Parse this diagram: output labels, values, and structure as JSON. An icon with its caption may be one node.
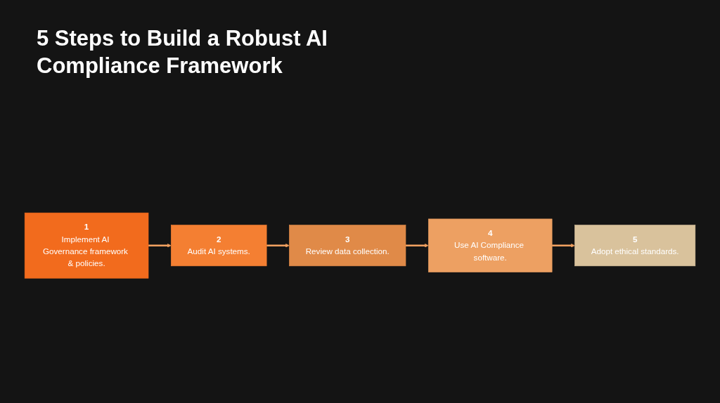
{
  "diagram": {
    "title": "5 Steps to Build a Robust AI Compliance Framework",
    "nodes": [
      {
        "text": [
          "1",
          "Implement AI Governance framework & policies."
        ]
      },
      {
        "text": [
          "2",
          "Audit AI systems."
        ]
      },
      {
        "text": [
          "3",
          "Review data collection."
        ]
      },
      {
        "text": [
          "4",
          "Use AI Compliance software."
        ]
      },
      {
        "text": [
          "5",
          "Adopt ethical standards."
        ]
      }
    ],
    "edges": [
      {
        "from": 0,
        "to": 1,
        "arrow": "to"
      },
      {
        "from": 1,
        "to": 2,
        "arrow": "to"
      },
      {
        "from": 2,
        "to": 3,
        "arrow": "to"
      },
      {
        "from": 3,
        "to": 4,
        "arrow": "to"
      }
    ]
  }
}
